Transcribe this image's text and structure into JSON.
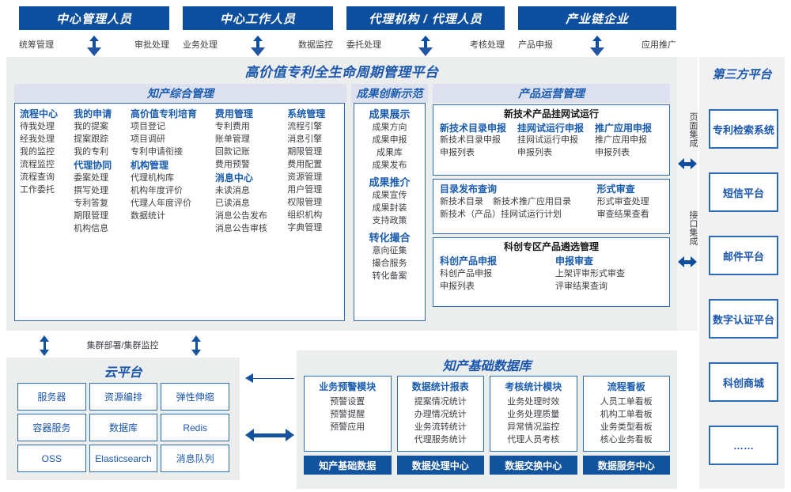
{
  "roles": [
    {
      "title": "中心管理人员",
      "left": "统筹管理",
      "right": "审批处理"
    },
    {
      "title": "中心工作人员",
      "left": "业务处理",
      "right": "数据监控"
    },
    {
      "title": "代理机构 / 代理人员",
      "left": "委托处理",
      "right": "考核处理"
    },
    {
      "title": "产业链企业",
      "left": "产品申报",
      "right": "应用推广"
    }
  ],
  "platform": {
    "title": "高价值专利全生命周期管理平台",
    "sections": {
      "zhichan": {
        "header": "知产综合管理",
        "columns": [
          {
            "groups": [
              {
                "title": "流程中心",
                "items": [
                  "待我处理",
                  "经我处理",
                  "我的监控",
                  "流程监控",
                  "流程查询",
                  "工作委托"
                ]
              }
            ]
          },
          {
            "groups": [
              {
                "title": "我的申请",
                "items": [
                  "我的提案",
                  "提案跟踪",
                  "我的专利"
                ]
              },
              {
                "title": "代理协同",
                "items": [
                  "委案处理",
                  "撰写处理",
                  "专利答复",
                  "期限管理",
                  "机构信息"
                ]
              }
            ]
          },
          {
            "groups": [
              {
                "title": "高价值专利培育",
                "items": [
                  "项目登记",
                  "项目调研",
                  "专利申请衔接"
                ]
              },
              {
                "title": "机构管理",
                "items": [
                  "代理机构库",
                  "机构年度评价",
                  "代理人年度评价",
                  "数据统计"
                ]
              }
            ]
          },
          {
            "groups": [
              {
                "title": "费用管理",
                "items": [
                  "专利费用",
                  "账单管理",
                  "回款记账",
                  "费用预警"
                ]
              },
              {
                "title": "消息中心",
                "items": [
                  "未读消息",
                  "已读消息",
                  "消息公告发布",
                  "消息公告审核"
                ]
              }
            ]
          },
          {
            "groups": [
              {
                "title": "系统管理",
                "items": [
                  "流程引擎",
                  "消息引擎",
                  "期限管理",
                  "费用配置",
                  "资源管理",
                  "用户管理",
                  "权限管理",
                  "组织机构",
                  "字典管理"
                ]
              }
            ]
          }
        ]
      },
      "chengguo": {
        "header": "成果创新示范",
        "groups": [
          {
            "title": "成果展示",
            "items": [
              "成果方向",
              "成果申报",
              "成果库",
              "成果发布"
            ]
          },
          {
            "title": "成果推介",
            "items": [
              "成果宣传",
              "成果封装",
              "支持政策"
            ]
          },
          {
            "title": "转化撮合",
            "items": [
              "意向征集",
              "撮合服务",
              "转化备案"
            ]
          }
        ]
      },
      "chanpin": {
        "header": "产品运营管理",
        "block1": {
          "title": "新技术产品挂网试运行",
          "columns": [
            {
              "title": "新技术目录申报",
              "items": [
                "新技术目录申报",
                "申报列表"
              ]
            },
            {
              "title": "挂网试运行申报",
              "items": [
                "挂网试运行申报",
                "申报列表"
              ]
            },
            {
              "title": "推广应用申报",
              "items": [
                "推广应用申报",
                "申报列表"
              ]
            }
          ]
        },
        "block2": {
          "left_title": "目录发布查询",
          "left_row1": [
            "新技术目录",
            "新技术推广应用目录"
          ],
          "left_row2": "新技术（产品）挂网试运行计划",
          "right_title": "形式审查",
          "right_items": [
            "形式审查处理",
            "审查结果查看"
          ]
        },
        "block3": {
          "title": "科创专区产品遴选管理",
          "columns": [
            {
              "title": "科创产品申报",
              "items": [
                "科创产品申报",
                "申报列表"
              ]
            },
            {
              "title": "申报审查",
              "items": [
                "上架评审形式审查",
                "评审结果查询"
              ]
            }
          ]
        }
      }
    }
  },
  "rail": {
    "top_label": "页面集成",
    "bottom_label": "接口集成"
  },
  "third_party": {
    "title": "第三方平台",
    "items": [
      "专利检索系统",
      "短信平台",
      "邮件平台",
      "数字认证平台",
      "科创商城",
      "……"
    ]
  },
  "cloud": {
    "link_label": "集群部署/集群监控",
    "title": "云平台",
    "items": [
      "服务器",
      "资源编排",
      "弹性伸缩",
      "容器服务",
      "数据库",
      "Redis",
      "OSS",
      "Elasticsearch",
      "消息队列"
    ]
  },
  "database": {
    "title": "知产基础数据库",
    "columns": [
      {
        "title": "业务预警模块",
        "items": [
          "预警设置",
          "预警提醒",
          "预警应用"
        ],
        "foot": "知产基础数据"
      },
      {
        "title": "数据统计报表",
        "items": [
          "提案情况统计",
          "办理情况统计",
          "业务流转统计",
          "代理服务统计"
        ],
        "foot": "数据处理中心"
      },
      {
        "title": "考核统计模块",
        "items": [
          "业务处理时效",
          "业务处理质量",
          "异常情况监控",
          "代理人员考核"
        ],
        "foot": "数据交换中心"
      },
      {
        "title": "流程看板",
        "items": [
          "人员工单看板",
          "机构工单看板",
          "业务类型看板",
          "核心业务看板"
        ],
        "foot": "数据服务中心"
      }
    ]
  },
  "colors": {
    "navy": "#0d4f9e",
    "accent": "#1a56ad",
    "panel": "#eceded",
    "section_header": "#dde1ef",
    "border": "#2e6bb5"
  }
}
